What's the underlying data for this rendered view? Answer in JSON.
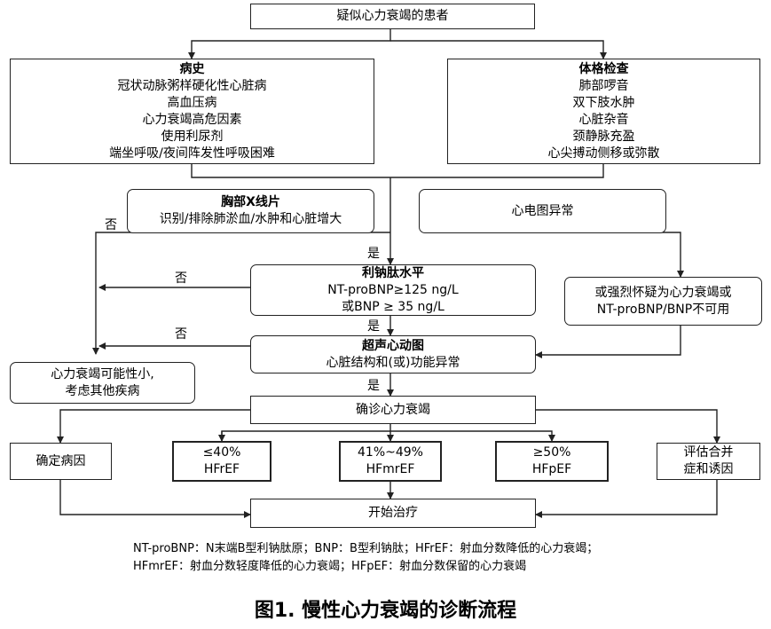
{
  "nodes": {
    "suspect": "疑似心力衰竭的患者",
    "history": {
      "title": "病史",
      "lines": [
        "冠状动脉粥样硬化性心脏病",
        "高血压病",
        "心力衰竭高危因素",
        "使用利尿剂",
        "端坐呼吸/夜间阵发性呼吸困难"
      ]
    },
    "exam": {
      "title": "体格检查",
      "lines": [
        "肺部啰音",
        "双下肢水肿",
        "心脏杂音",
        "颈静脉充盈",
        "心尖搏动侧移或弥散"
      ]
    },
    "xray": {
      "title": "胸部X线片",
      "line": "识别/排除肺淤血/水肿和心脏增大"
    },
    "ecg": "心电图异常",
    "bnp": {
      "title": "利钠肽水平",
      "lines": [
        "NT-proBNP≥125 ng/L",
        "或BNP ≥ 35 ng/L"
      ]
    },
    "alt": {
      "lines": [
        "或强烈怀疑为心力衰竭或",
        "NT-proBNP/BNP不可用"
      ]
    },
    "echo": {
      "title": "超声心动图",
      "line": "心脏结构和(或)功能异常"
    },
    "unlikely": {
      "lines": [
        "心力衰竭可能性小,",
        "考虑其他疾病"
      ]
    },
    "confirm": "确诊心力衰竭",
    "cause": "确定病因",
    "hfref": {
      "lines": [
        "≤40%",
        "HFrEF"
      ]
    },
    "hfmref": {
      "lines": [
        "41%~49%",
        "HFmrEF"
      ]
    },
    "hfpef": {
      "lines": [
        "≥50%",
        "HFpEF"
      ]
    },
    "assess": {
      "lines": [
        "评估合并",
        "症和诱因"
      ]
    },
    "treat": "开始治疗"
  },
  "labels": {
    "yes": "是",
    "no": "否"
  },
  "footnote": [
    "NT-proBNP：N末端B型利钠肽原；BNP：B型利钠肽；HFrEF：射血分数降低的心力衰竭；",
    "HFmrEF：射血分数轻度降低的心力衰竭；HFpEF：射血分数保留的心力衰竭"
  ],
  "caption": "图1. 慢性心力衰竭的诊断流程"
}
